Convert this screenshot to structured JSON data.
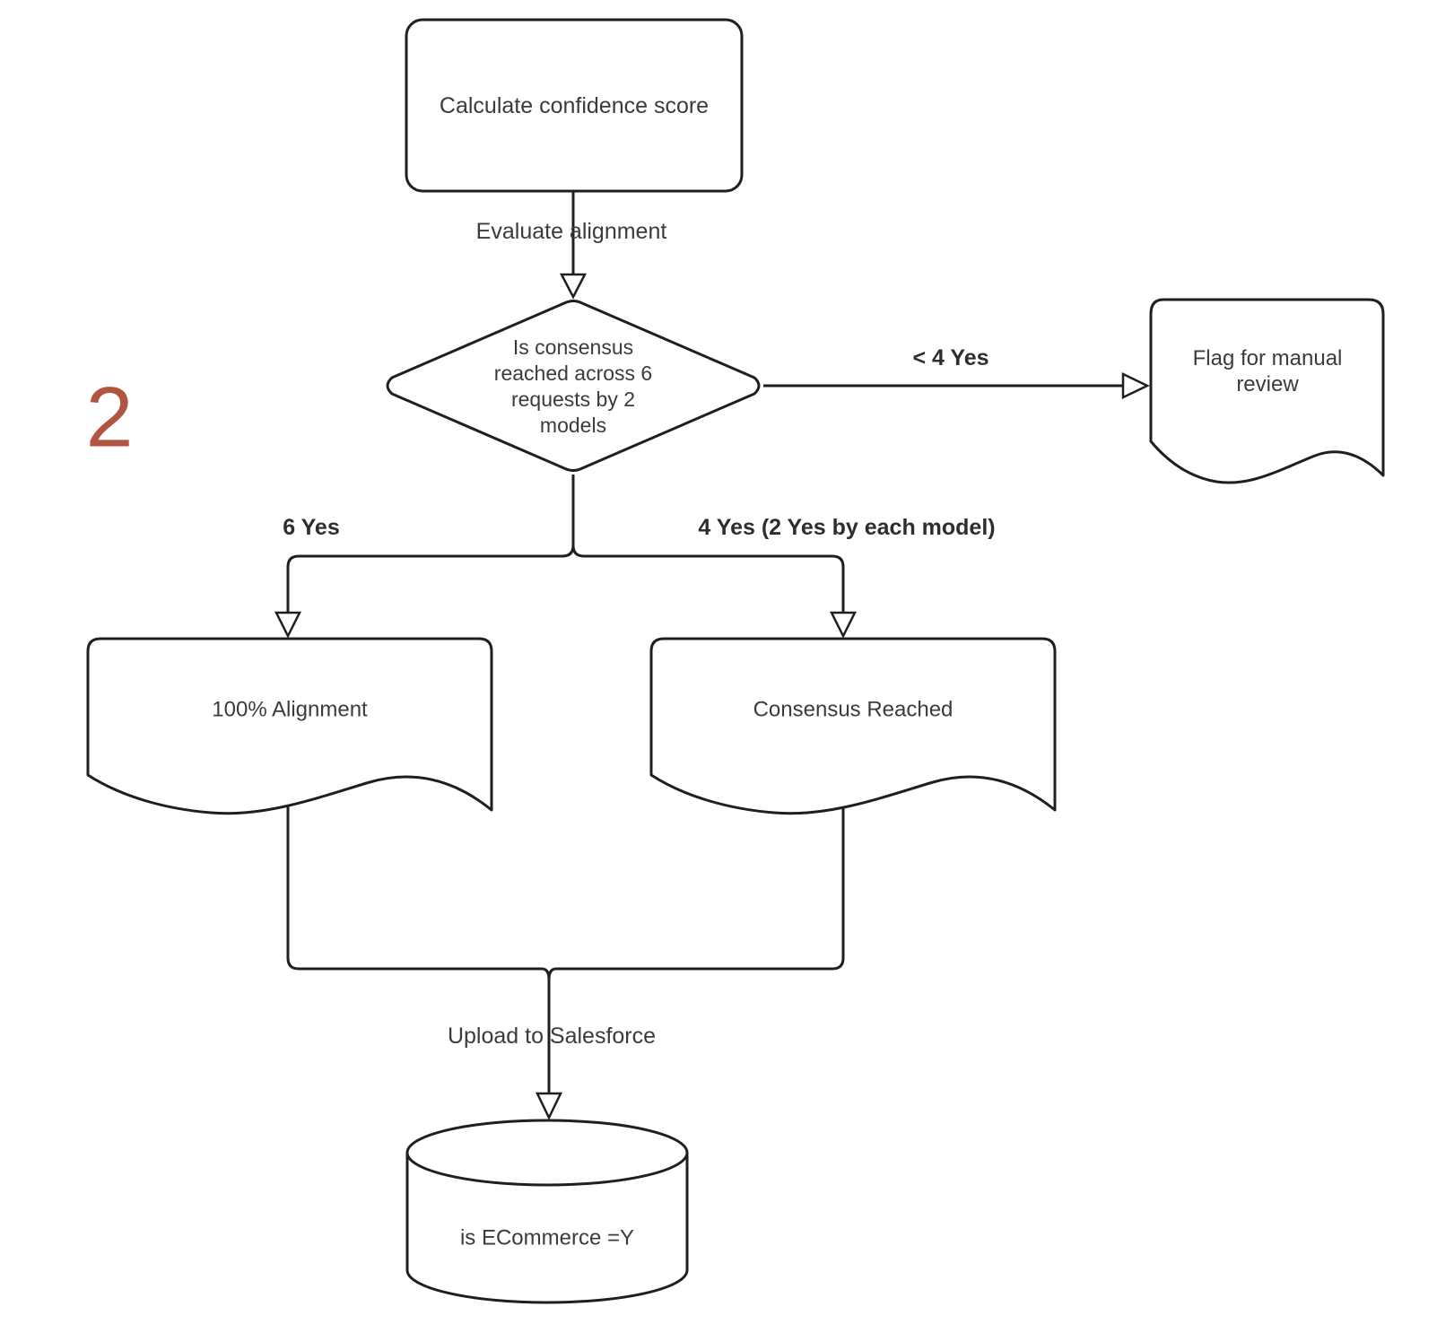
{
  "annotation": {
    "number": "2"
  },
  "colors": {
    "stroke": "#1f1f1f",
    "text": "#3b3b3b",
    "annotation": "#b05640",
    "background": "#ffffff"
  },
  "nodes": {
    "calculate_confidence": {
      "type": "process",
      "label": "Calculate confidence score"
    },
    "consensus_decision": {
      "type": "decision",
      "label": "Is consensus reached across 6 requests by 2 models",
      "lines": [
        "Is consensus",
        "reached across 6",
        "requests by 2",
        "models"
      ]
    },
    "flag_manual_review": {
      "type": "document",
      "label": "Flag for manual review",
      "lines": [
        "Flag for manual",
        "review"
      ]
    },
    "full_alignment": {
      "type": "document",
      "label": "100% Alignment"
    },
    "consensus_reached": {
      "type": "document",
      "label": "Consensus Reached"
    },
    "salesforce_db": {
      "type": "database",
      "label": "is ECommerce =Y"
    }
  },
  "edges": {
    "evaluate_alignment": {
      "label": "Evaluate alignment"
    },
    "less_than_4_yes": {
      "label": "< 4 Yes"
    },
    "six_yes": {
      "label": "6 Yes"
    },
    "four_yes": {
      "label": "4 Yes (2 Yes by each model)"
    },
    "upload_to_salesforce": {
      "label": "Upload to Salesforce"
    }
  }
}
